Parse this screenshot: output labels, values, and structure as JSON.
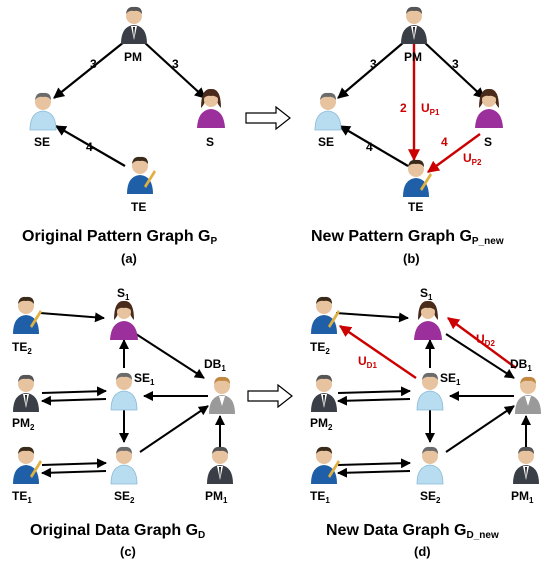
{
  "colors": {
    "edge": "#000000",
    "update": "#cc0000",
    "user_shirt": "#b8dcf0",
    "seller": "#9b2f9b",
    "manager_suit": "#3a3f47",
    "db_user": "#9a9a9a",
    "tester_shirt": "#1f5fa8"
  },
  "panel_a": {
    "caption": "Original Pattern Graph G",
    "caption_sub": "P",
    "letter": "(a)",
    "nodes": {
      "pm": "PM",
      "se": "SE",
      "s": "S",
      "te": "TE"
    },
    "edges": {
      "pm_se": "3",
      "pm_s": "3",
      "te_se": "4"
    }
  },
  "panel_b": {
    "caption": "New Pattern Graph G",
    "caption_sub": "P_new",
    "letter": "(b)",
    "nodes": {
      "pm": "PM",
      "se": "SE",
      "s": "S",
      "te": "TE"
    },
    "edges": {
      "pm_se": "3",
      "pm_s": "3",
      "te_se": "4",
      "pm_te": "2",
      "s_te": "4"
    },
    "updates": {
      "u1": "U",
      "u1_sub": "P1",
      "u2": "U",
      "u2_sub": "P2"
    }
  },
  "panel_c": {
    "caption": "Original Data Graph G",
    "caption_sub": "D",
    "letter": "(c)",
    "nodes": {
      "s1": "S",
      "s1_sub": "1",
      "te2": "TE",
      "te2_sub": "2",
      "db1": "DB",
      "db1_sub": "1",
      "se1": "SE",
      "se1_sub": "1",
      "pm2": "PM",
      "pm2_sub": "2",
      "te1": "TE",
      "te1_sub": "1",
      "se2": "SE",
      "se2_sub": "2",
      "pm1": "PM",
      "pm1_sub": "1"
    }
  },
  "panel_d": {
    "caption": "New Data Graph G",
    "caption_sub": "D_new",
    "letter": "(d)",
    "nodes": {
      "s1": "S",
      "s1_sub": "1",
      "te2": "TE",
      "te2_sub": "2",
      "db1": "DB",
      "db1_sub": "1",
      "se1": "SE",
      "se1_sub": "1",
      "pm2": "PM",
      "pm2_sub": "2",
      "te1": "TE",
      "te1_sub": "1",
      "se2": "SE",
      "se2_sub": "2",
      "pm1": "PM",
      "pm1_sub": "1"
    },
    "updates": {
      "u1": "U",
      "u1_sub": "D1",
      "u2": "U",
      "u2_sub": "D2"
    }
  }
}
